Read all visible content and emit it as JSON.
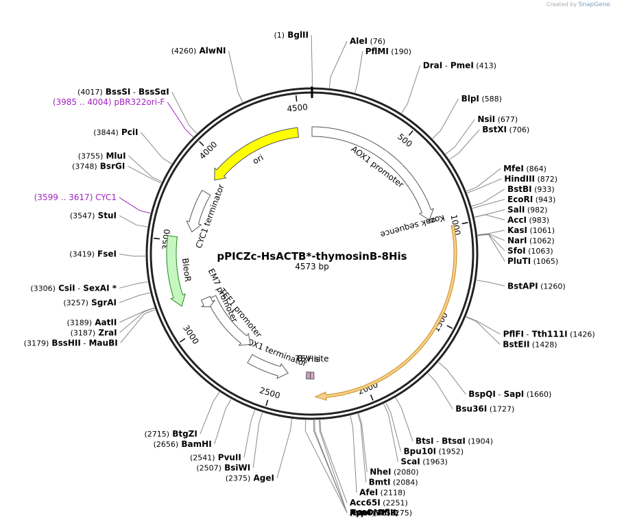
{
  "credit": {
    "prefix": "Created by",
    "brand": "SnapGene"
  },
  "plasmid": {
    "name": "pPICZc-HsACTB*-thymosinB-8His",
    "length_label": "4573 bp",
    "length": 4573
  },
  "ticks": [
    "500",
    "1000",
    "1500",
    "2000",
    "2500",
    "3000",
    "3500",
    "4000",
    "4500"
  ],
  "sites": [
    {
      "id": "bglii",
      "parts": [
        {
          "t": "(1)",
          "k": "pos"
        },
        {
          "t": "BglII",
          "k": "enz"
        }
      ],
      "loc": 1
    },
    {
      "id": "alei",
      "parts": [
        {
          "t": "AleI",
          "k": "enz"
        },
        {
          "t": "(76)",
          "k": "pos"
        }
      ],
      "loc": 76
    },
    {
      "id": "pflmi",
      "parts": [
        {
          "t": "PflMI",
          "k": "enz"
        },
        {
          "t": "(190)",
          "k": "pos"
        }
      ],
      "loc": 190
    },
    {
      "id": "drai-pmei",
      "parts": [
        {
          "t": "DraI",
          "k": "enz"
        },
        {
          "t": "-",
          "k": "pos"
        },
        {
          "t": "PmeI",
          "k": "enz"
        },
        {
          "t": "(413)",
          "k": "pos"
        }
      ],
      "loc": 413
    },
    {
      "id": "blpi",
      "parts": [
        {
          "t": "BlpI",
          "k": "enz"
        },
        {
          "t": "(588)",
          "k": "pos"
        }
      ],
      "loc": 588
    },
    {
      "id": "nsii",
      "parts": [
        {
          "t": "NsiI",
          "k": "enz"
        },
        {
          "t": "(677)",
          "k": "pos"
        }
      ],
      "loc": 677
    },
    {
      "id": "bstxi",
      "parts": [
        {
          "t": "BstXI",
          "k": "enz"
        },
        {
          "t": "(706)",
          "k": "pos"
        }
      ],
      "loc": 706
    },
    {
      "id": "mfei",
      "parts": [
        {
          "t": "MfeI",
          "k": "enz"
        },
        {
          "t": "(864)",
          "k": "pos"
        }
      ],
      "loc": 864
    },
    {
      "id": "hindiii",
      "parts": [
        {
          "t": "HindIII",
          "k": "enz"
        },
        {
          "t": "(872)",
          "k": "pos"
        }
      ],
      "loc": 872
    },
    {
      "id": "bstbi",
      "parts": [
        {
          "t": "BstBI",
          "k": "enz"
        },
        {
          "t": "(933)",
          "k": "pos"
        }
      ],
      "loc": 933
    },
    {
      "id": "ecori",
      "parts": [
        {
          "t": "EcoRI",
          "k": "enz"
        },
        {
          "t": "(943)",
          "k": "pos"
        }
      ],
      "loc": 943
    },
    {
      "id": "sali",
      "parts": [
        {
          "t": "SalI",
          "k": "enz"
        },
        {
          "t": "(982)",
          "k": "pos"
        }
      ],
      "loc": 982
    },
    {
      "id": "acci",
      "parts": [
        {
          "t": "AccI",
          "k": "enz"
        },
        {
          "t": "(983)",
          "k": "pos"
        }
      ],
      "loc": 983
    },
    {
      "id": "kasi",
      "parts": [
        {
          "t": "KasI",
          "k": "enz"
        },
        {
          "t": "(1061)",
          "k": "pos"
        }
      ],
      "loc": 1061
    },
    {
      "id": "nari",
      "parts": [
        {
          "t": "NarI",
          "k": "enz"
        },
        {
          "t": "(1062)",
          "k": "pos"
        }
      ],
      "loc": 1062
    },
    {
      "id": "sfoi",
      "parts": [
        {
          "t": "SfoI",
          "k": "enz"
        },
        {
          "t": "(1063)",
          "k": "pos"
        }
      ],
      "loc": 1063
    },
    {
      "id": "pluti",
      "parts": [
        {
          "t": "PluTI",
          "k": "enz"
        },
        {
          "t": "(1065)",
          "k": "pos"
        }
      ],
      "loc": 1065
    },
    {
      "id": "bstapi",
      "parts": [
        {
          "t": "BstAPI",
          "k": "enz"
        },
        {
          "t": "(1260)",
          "k": "pos"
        }
      ],
      "loc": 1260
    },
    {
      "id": "pflfi-tth111i",
      "parts": [
        {
          "t": "PflFI",
          "k": "enz"
        },
        {
          "t": "-",
          "k": "pos"
        },
        {
          "t": "Tth111I",
          "k": "enz"
        },
        {
          "t": "(1426)",
          "k": "pos"
        }
      ],
      "loc": 1426
    },
    {
      "id": "bsteii",
      "parts": [
        {
          "t": "BstEII",
          "k": "enz"
        },
        {
          "t": "(1428)",
          "k": "pos"
        }
      ],
      "loc": 1428
    },
    {
      "id": "bspqi-sapi",
      "parts": [
        {
          "t": "BspQI",
          "k": "enz"
        },
        {
          "t": "-",
          "k": "pos"
        },
        {
          "t": "SapI",
          "k": "enz"
        },
        {
          "t": "(1660)",
          "k": "pos"
        }
      ],
      "loc": 1660
    },
    {
      "id": "bsu36i",
      "parts": [
        {
          "t": "Bsu36I",
          "k": "enz"
        },
        {
          "t": "(1727)",
          "k": "pos"
        }
      ],
      "loc": 1727
    },
    {
      "id": "btsi-btsai",
      "parts": [
        {
          "t": "BtsI",
          "k": "enz"
        },
        {
          "t": "-",
          "k": "pos"
        },
        {
          "t": "BtsαI",
          "k": "enz"
        },
        {
          "t": "(1904)",
          "k": "pos"
        }
      ],
      "loc": 1904
    },
    {
      "id": "bpu10i",
      "parts": [
        {
          "t": "Bpu10I",
          "k": "enz"
        },
        {
          "t": "(1952)",
          "k": "pos"
        }
      ],
      "loc": 1952
    },
    {
      "id": "scai",
      "parts": [
        {
          "t": "ScaI",
          "k": "enz"
        },
        {
          "t": "(1963)",
          "k": "pos"
        }
      ],
      "loc": 1963
    },
    {
      "id": "nhei",
      "parts": [
        {
          "t": "NheI",
          "k": "enz"
        },
        {
          "t": "(2080)",
          "k": "pos"
        }
      ],
      "loc": 2080
    },
    {
      "id": "bmti",
      "parts": [
        {
          "t": "BmtI",
          "k": "enz"
        },
        {
          "t": "(2084)",
          "k": "pos"
        }
      ],
      "loc": 2084
    },
    {
      "id": "afei",
      "parts": [
        {
          "t": "AfeI",
          "k": "enz"
        },
        {
          "t": "(2118)",
          "k": "pos"
        }
      ],
      "loc": 2118
    },
    {
      "id": "acc65i",
      "parts": [
        {
          "t": "Acc65I",
          "k": "enz"
        },
        {
          "t": "(2251)",
          "k": "pos"
        }
      ],
      "loc": 2251
    },
    {
      "id": "kpni",
      "parts": [
        {
          "t": "KpnI",
          "k": "enz"
        },
        {
          "t": "(2255)",
          "k": "pos"
        }
      ],
      "loc": 2255
    },
    {
      "id": "pspomi",
      "parts": [
        {
          "t": "PspOMI",
          "k": "enz"
        },
        {
          "t": "(2275)",
          "k": "pos"
        }
      ],
      "loc": 2275
    },
    {
      "id": "apai",
      "parts": [
        {
          "t": "ApaI",
          "k": "enz"
        },
        {
          "t": "(2279)",
          "k": "pos"
        }
      ],
      "loc": 2279
    },
    {
      "id": "aflii",
      "parts": [
        {
          "t": "(2314)",
          "k": "pos"
        },
        {
          "t": "AflII",
          "k": "enz"
        }
      ],
      "loc": 2314
    },
    {
      "id": "agei",
      "parts": [
        {
          "t": "(2375)",
          "k": "pos"
        },
        {
          "t": "AgeI",
          "k": "enz"
        }
      ],
      "loc": 2375
    },
    {
      "id": "bsiwi",
      "parts": [
        {
          "t": "(2507)",
          "k": "pos"
        },
        {
          "t": "BsiWI",
          "k": "enz"
        }
      ],
      "loc": 2507
    },
    {
      "id": "pvuii",
      "parts": [
        {
          "t": "(2541)",
          "k": "pos"
        },
        {
          "t": "PvuII",
          "k": "enz"
        }
      ],
      "loc": 2541
    },
    {
      "id": "bamhi",
      "parts": [
        {
          "t": "(2656)",
          "k": "pos"
        },
        {
          "t": "BamHI",
          "k": "enz"
        }
      ],
      "loc": 2656
    },
    {
      "id": "btgzi",
      "parts": [
        {
          "t": "(2715)",
          "k": "pos"
        },
        {
          "t": "BtgZI",
          "k": "enz"
        }
      ],
      "loc": 2715
    },
    {
      "id": "bsshii-maubi",
      "parts": [
        {
          "t": "(3179)",
          "k": "pos"
        },
        {
          "t": "BssHII",
          "k": "enz"
        },
        {
          "t": "-",
          "k": "pos"
        },
        {
          "t": "MauBI",
          "k": "enz"
        }
      ],
      "loc": 3179
    },
    {
      "id": "zrai",
      "parts": [
        {
          "t": "(3187)",
          "k": "pos"
        },
        {
          "t": "ZraI",
          "k": "enz"
        }
      ],
      "loc": 3187
    },
    {
      "id": "aatii",
      "parts": [
        {
          "t": "(3189)",
          "k": "pos"
        },
        {
          "t": "AatII",
          "k": "enz"
        }
      ],
      "loc": 3189
    },
    {
      "id": "sgrai",
      "parts": [
        {
          "t": "(3257)",
          "k": "pos"
        },
        {
          "t": "SgrAI",
          "k": "enz"
        }
      ],
      "loc": 3257
    },
    {
      "id": "csii-sexai",
      "parts": [
        {
          "t": "(3306)",
          "k": "pos"
        },
        {
          "t": "CsiI",
          "k": "enz"
        },
        {
          "t": "-",
          "k": "pos"
        },
        {
          "t": "SexAI *",
          "k": "enz"
        }
      ],
      "loc": 3306
    },
    {
      "id": "fsei",
      "parts": [
        {
          "t": "(3419)",
          "k": "pos"
        },
        {
          "t": "FseI",
          "k": "enz"
        }
      ],
      "loc": 3419
    },
    {
      "id": "stui",
      "parts": [
        {
          "t": "(3547)",
          "k": "pos"
        },
        {
          "t": "StuI",
          "k": "enz"
        }
      ],
      "loc": 3547
    },
    {
      "id": "cyc1",
      "parts": [
        {
          "t": "(3599 .. 3617)",
          "k": "prim"
        },
        {
          "t": "CYC1",
          "k": "prim"
        }
      ],
      "loc": 3608
    },
    {
      "id": "bsrgi",
      "parts": [
        {
          "t": "(3748)",
          "k": "pos"
        },
        {
          "t": "BsrGI",
          "k": "enz"
        }
      ],
      "loc": 3748
    },
    {
      "id": "mlui",
      "parts": [
        {
          "t": "(3755)",
          "k": "pos"
        },
        {
          "t": "MluI",
          "k": "enz"
        }
      ],
      "loc": 3755
    },
    {
      "id": "pcii",
      "parts": [
        {
          "t": "(3844)",
          "k": "pos"
        },
        {
          "t": "PciI",
          "k": "enz"
        }
      ],
      "loc": 3844
    },
    {
      "id": "pbr322ori-f",
      "parts": [
        {
          "t": "(3985 .. 4004)",
          "k": "prim"
        },
        {
          "t": "pBR322ori-F",
          "k": "prim"
        }
      ],
      "loc": 3995
    },
    {
      "id": "bsssi-bsssai",
      "parts": [
        {
          "t": "(4017)",
          "k": "pos"
        },
        {
          "t": "BssSI",
          "k": "enz"
        },
        {
          "t": "-",
          "k": "pos"
        },
        {
          "t": "BssSαI",
          "k": "enz"
        }
      ],
      "loc": 4017
    },
    {
      "id": "alwni",
      "parts": [
        {
          "t": "(4260)",
          "k": "pos"
        },
        {
          "t": "AlwNI",
          "k": "enz"
        }
      ],
      "loc": 4260
    }
  ],
  "features": [
    {
      "id": "aox1-promoter",
      "label": "AOX1 promoter",
      "start": 0,
      "end": 940,
      "color": "#ffffff",
      "direction": "cw"
    },
    {
      "id": "kozak",
      "label": "Kozak sequence",
      "start": 940,
      "end": 955,
      "color": "#b0b0b0",
      "direction": "none"
    },
    {
      "id": "orf",
      "label": "",
      "start": 1000,
      "end": 2270,
      "color": "#f7d08a",
      "direction": "cw"
    },
    {
      "id": "tev-site",
      "label": "TEV site",
      "start": 2275,
      "end": 2296,
      "color": "#d9a7c7",
      "direction": "none"
    },
    {
      "id": "his-tag",
      "label": "8xHis",
      "start": 2296,
      "end": 2320,
      "color": "#c8a0c0",
      "direction": "none"
    },
    {
      "id": "aox1-terminator",
      "label": "AOX1 terminator",
      "start": 2430,
      "end": 2675,
      "color": "#ffffff",
      "direction": "ccw"
    },
    {
      "id": "tef1-promoter",
      "label": "TEF1 promoter",
      "start": 2720,
      "end": 3130,
      "color": "#ffffff",
      "direction": "ccw"
    },
    {
      "id": "em7-promoter",
      "label": "EM7 promoter",
      "start": 3080,
      "end": 3140,
      "color": "#ffffff",
      "direction": "ccw"
    },
    {
      "id": "bleor",
      "label": "BleoR",
      "start": 3150,
      "end": 3520,
      "color": "#c6f7c0",
      "direction": "ccw"
    },
    {
      "id": "cyc1-terminator",
      "label": "CYC1 terminator",
      "start": 3560,
      "end": 3810,
      "color": "#ffffff",
      "direction": "ccw"
    },
    {
      "id": "ori",
      "label": "ori",
      "start": 3900,
      "end": 4490,
      "color": "#ffff00",
      "direction": "ccw"
    }
  ]
}
